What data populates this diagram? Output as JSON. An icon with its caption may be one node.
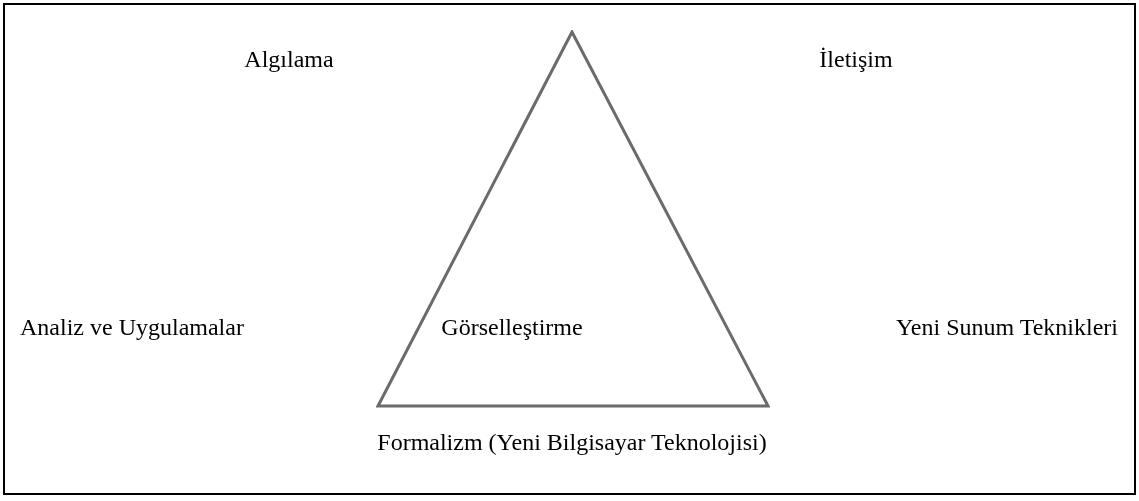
{
  "diagram": {
    "nodes": [
      {
        "text": [
          "Görselleştirme"
        ]
      }
    ],
    "labels": [
      "Algılama",
      "İletişim",
      "Analiz ve Uygulamalar",
      "Yeni Sunum Teknikleri",
      "Formalizm (Yeni Bilgisayar Teknolojisi)"
    ]
  }
}
